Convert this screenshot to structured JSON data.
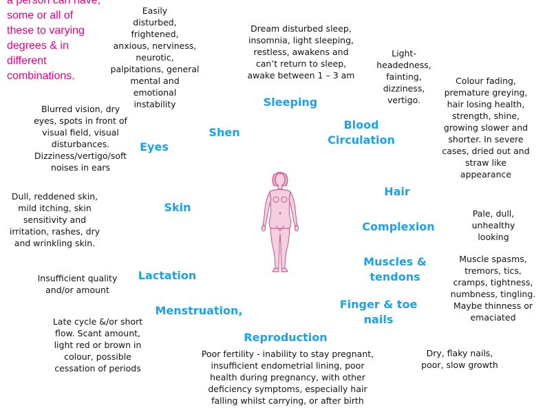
{
  "intro": "a person can have,\nsome or all of\nthese to varying\ndegrees & in\ndifferent\ncombinations.",
  "categories": {
    "shen": "Shen",
    "sleeping": "Sleeping",
    "blood_circulation": "Blood\nCirculation",
    "eyes": "Eyes",
    "hair": "Hair",
    "skin": "Skin",
    "complexion": "Complexion",
    "lactation": "Lactation",
    "muscles_tendons": "Muscles &\ntendons",
    "menstruation": "Menstruation,",
    "finger_toe_nails": "Finger & toe\nnails",
    "reproduction": "Reproduction"
  },
  "descriptions": {
    "shen": "Easily\ndisturbed,\nfrightened,\nanxious, nerviness,\nneurotic,\npalpitations, general\nmental and\nemotional\ninstability",
    "sleeping": "Dream disturbed sleep,\ninsomnia, light sleeping,\nrestless, awakens and\ncan’t return to sleep,\nawake between 1 – 3 am",
    "blood_circulation": "Light-\nheadedness,\nfainting,\ndizziness,\nvertigo.",
    "hair": "Colour fading,\npremature greying,\nhair losing health,\nstrength, shine,\ngrowing slower and\nshorter.  In severe\ncases, dried out and\nstraw like\nappearance",
    "eyes": "Blurred vision, dry\neyes, spots in front of\nvisual field, visual\ndisturbances.\nDizziness/vertigo/soft\nnoises in ears",
    "skin": "Dull, reddened skin,\nmild itching, skin\nsensitivity and\nirritation, rashes, dry\nand wrinkling skin.",
    "complexion": "Pale, dull,\nunhealthy\nlooking",
    "lactation": "Insufficient quality\nand/or amount",
    "muscles_tendons": "Muscle spasms,\ntremors, tics,\ncramps, tightness,\nnumbness, tingling.\nMaybe thinness or\nemaciated",
    "menstruation": "Late cycle &/or short\nflow. Scant amount,\nlight red or brown in\ncolour, possible\ncessation of periods",
    "reproduction": "Poor fertility - inability to stay pregnant,\ninsufficient endometrial lining, poor\nhealth during pregnancy, with other\ndeficiency symptoms, especially hair\nfalling whilst carrying, or after birth",
    "finger_toe_nails": "Dry, flaky nails,\npoor, slow growth"
  },
  "colors": {
    "intro_text": "#e6007e",
    "category_text": "#1aa3e8",
    "description_text": "#111111",
    "figure_fill": "#f4cfe0",
    "figure_stroke": "#c0407c"
  },
  "icons": {
    "figure": "female-body-figure-icon"
  }
}
